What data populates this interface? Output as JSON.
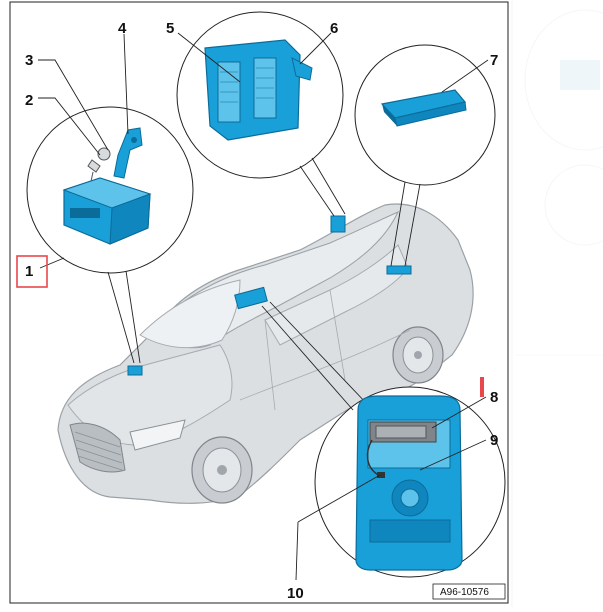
{
  "diagram": {
    "reference_code": "A96-10576",
    "callouts": [
      {
        "id": "c1",
        "label": "1",
        "highlighted": true,
        "highlight_color": "#e8474c"
      },
      {
        "id": "c2",
        "label": "2"
      },
      {
        "id": "c3",
        "label": "3"
      },
      {
        "id": "c4",
        "label": "4"
      },
      {
        "id": "c5",
        "label": "5"
      },
      {
        "id": "c6",
        "label": "6"
      },
      {
        "id": "c7",
        "label": "7"
      },
      {
        "id": "c8",
        "label": "8",
        "marker_color": "#e8474c"
      },
      {
        "id": "c9",
        "label": "9"
      },
      {
        "id": "c10",
        "label": "10"
      }
    ],
    "colors": {
      "component": "#1aa0d8",
      "component_dark": "#0b6c9a",
      "car_body": "#d8dcdf",
      "car_outline": "#9aa1a6",
      "leader": "#222222",
      "highlight": "#e8474c"
    }
  }
}
